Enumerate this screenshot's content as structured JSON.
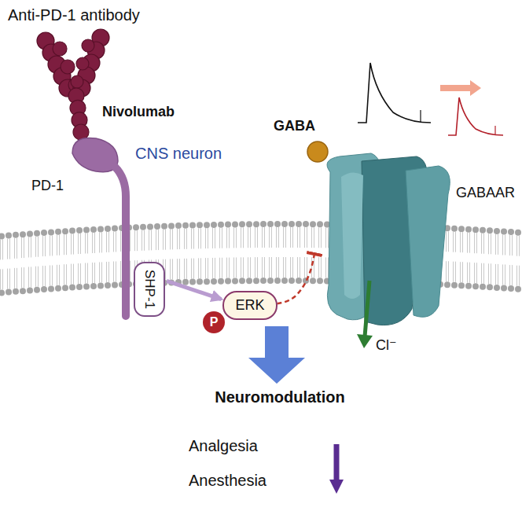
{
  "diagram": {
    "title": "Anti-PD-1 antibody",
    "nodes": [
      {
        "text": [
          "SHP-1"
        ]
      },
      {
        "text": [
          "ERK"
        ]
      },
      {
        "text": [
          "P"
        ]
      },
      {
        "text": [
          "GABAAR"
        ]
      }
    ],
    "edges": [
      {
        "from": 0,
        "to": 1,
        "arrow": "to"
      },
      {
        "from": 1,
        "to": 3,
        "arrow": "to"
      }
    ],
    "labels": [
      "Nivolumab",
      "PD-1",
      "CNS neuron",
      "GABA",
      "Cl⁻",
      "Neuromodulation",
      "Analgesia",
      "Anesthesia"
    ]
  }
}
